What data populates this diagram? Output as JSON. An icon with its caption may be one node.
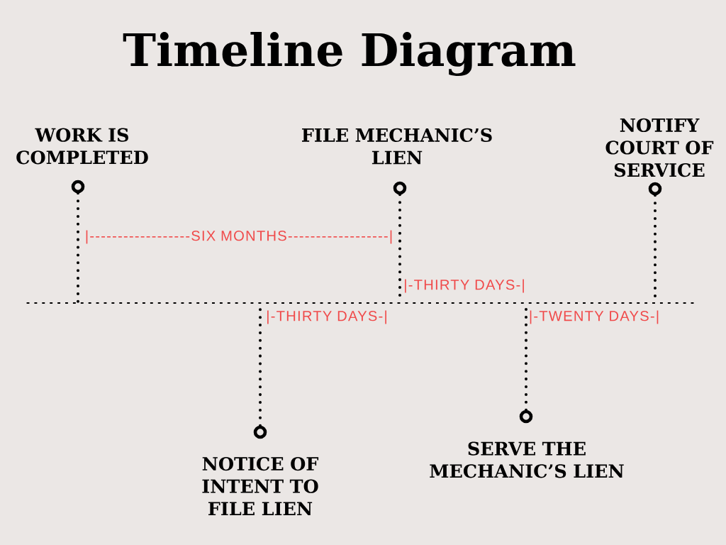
{
  "diagram": {
    "title": "Timeline Diagram",
    "nodes": [
      {
        "text": [],
        "shape": "bar"
      },
      {
        "text": [],
        "shape": "circle",
        "beside": [
          "WORK IS COMPLETED"
        ]
      },
      {
        "text": [],
        "shape": "circle",
        "beside": [
          "FILE MECHANIC’S LIEN"
        ]
      },
      {
        "text": [],
        "shape": "circle",
        "beside": [
          "NOTIFY COURT OF SERVICE"
        ]
      },
      {
        "text": [],
        "shape": "circle",
        "beside": [
          "NOTICE OF INTENT TO FILE LIEN"
        ]
      },
      {
        "text": [],
        "shape": "circle",
        "beside": [
          "SERVE THE MECHANIC’S LIEN"
        ]
      }
    ],
    "edges": [
      {
        "from": 1,
        "to": 0,
        "arrow": "none"
      },
      {
        "from": 2,
        "to": 0,
        "arrow": "none"
      },
      {
        "from": 3,
        "to": 0,
        "arrow": "none"
      },
      {
        "from": 4,
        "to": 0,
        "arrow": "none"
      },
      {
        "from": 5,
        "to": 0,
        "arrow": "none"
      }
    ],
    "labels": [
      "|------------------SIX MONTHS------------------|",
      "|-THIRTY DAYS-|",
      "|-THIRTY DAYS-|",
      "|-TWENTY DAYS-|"
    ]
  }
}
